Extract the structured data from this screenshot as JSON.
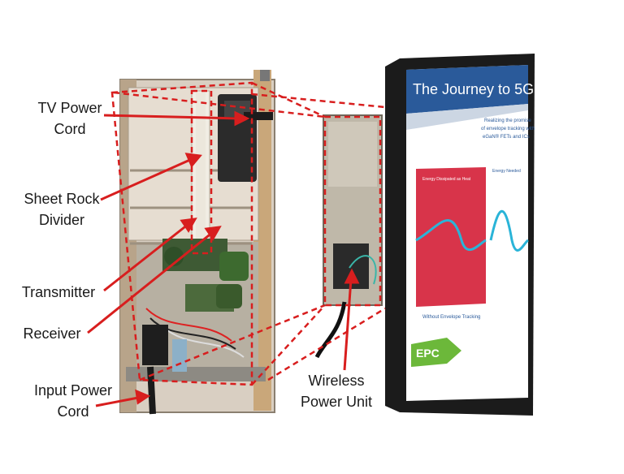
{
  "labels": {
    "tv_power_cord": [
      "TV Power",
      "Cord"
    ],
    "sheet_rock_divider": [
      "Sheet Rock",
      "Divider"
    ],
    "transmitter": [
      "Transmitter"
    ],
    "receiver": [
      "Receiver"
    ],
    "input_power_cord": [
      "Input Power",
      "Cord"
    ],
    "wireless_power_unit": [
      "Wireless",
      "Power Unit"
    ]
  },
  "tv_screen": {
    "title": "The Journey to 5G",
    "subtitle": [
      "Realizing the promise",
      "of envelope tracking with",
      "eGaN® FETs and ICs"
    ],
    "caption_left": "Energy Dissipated as Heat",
    "caption_right": "Energy Needed",
    "caption_bottom": "Without Envelope Tracking",
    "logo": "EPC"
  },
  "colors": {
    "callout_red": "#d81e1e",
    "screen_blue": "#2a5a9a",
    "panel_red": "#d8344a",
    "signal_cyan": "#2ab4d8",
    "logo_green": "#6cb83a"
  }
}
